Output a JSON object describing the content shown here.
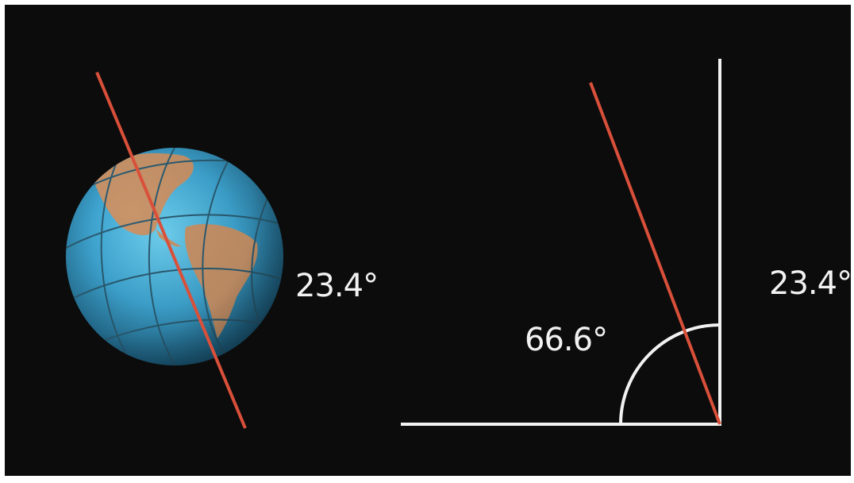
{
  "diagram": {
    "globe_tilt_label": "23.4°",
    "axis_tilt_label": "23.4°",
    "complement_angle_label": "66.6°"
  },
  "colors": {
    "background": "#0c0c0c",
    "axis_line": "#d9503a",
    "ocean": "#4ab3dc",
    "land": "#c8946a",
    "grid": "#2b5c72",
    "reference_lines": "#f2f2f2",
    "label_text": "#f2f2f2"
  }
}
